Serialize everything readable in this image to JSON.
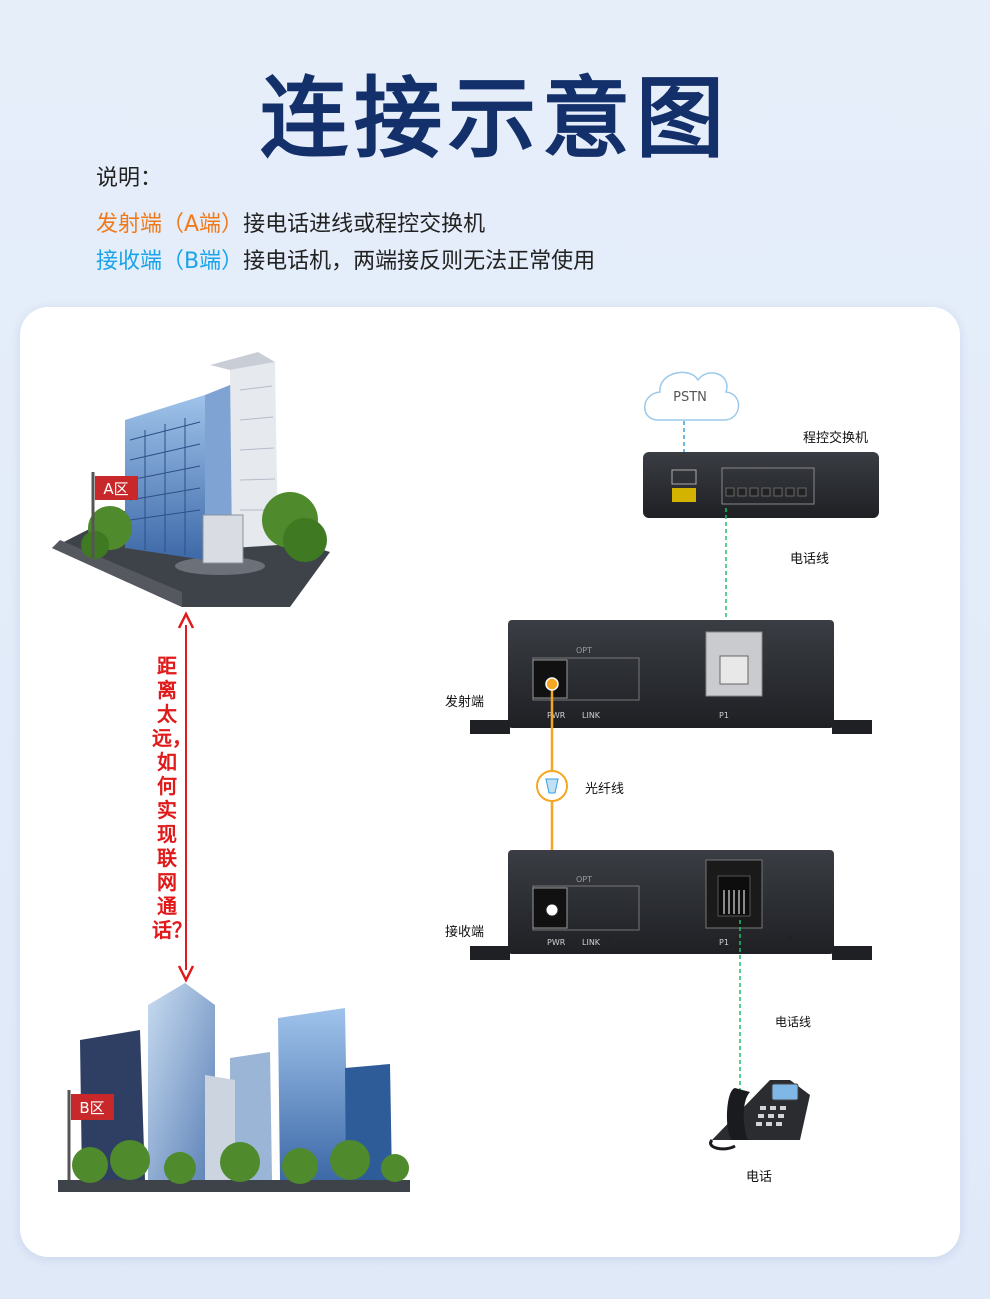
{
  "title": "连接示意图",
  "description": {
    "heading": "说明：",
    "line_a": {
      "label": "发射端（A端）",
      "text": "接电话进线或程控交换机"
    },
    "line_b": {
      "label": "接收端（B端）",
      "text": "接电话机，两端接反则无法正常使用"
    }
  },
  "diagram": {
    "area_a": "A区",
    "area_b": "B区",
    "distance_question": "距离太远，如何实现联网通话？",
    "pstn": "PSTN",
    "pbx": "程控交换机",
    "phone_line_1": "电话线",
    "transmitter": "发射端",
    "receiver": "接收端",
    "fiber": "光纤线",
    "phone_line_2": "电话线",
    "telephone": "电话",
    "port_labels": {
      "opt": "OPT",
      "pwr": "PWR",
      "link": "LINK",
      "p1": "P1"
    }
  },
  "colors": {
    "title": "#14306b",
    "orange": "#f07a1b",
    "blue": "#1aa4e8",
    "red": "#e01a1a",
    "fiber": "#f5a623",
    "phone_line": "#1fbf6a"
  }
}
